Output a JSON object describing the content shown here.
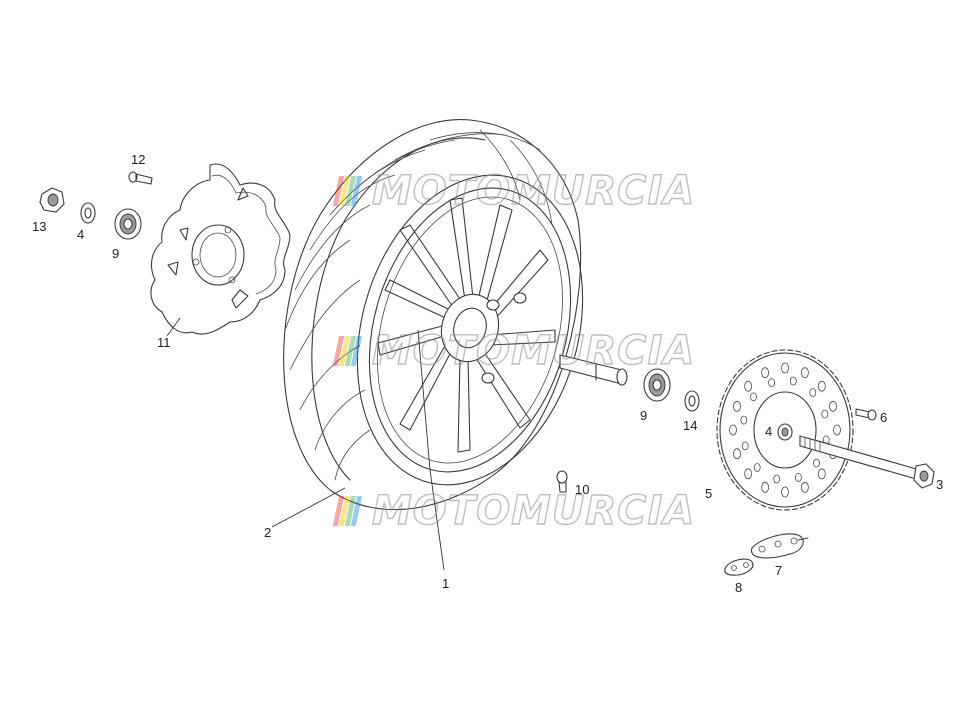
{
  "callouts": {
    "c1": "1",
    "c2": "2",
    "c3": "3",
    "c4a": "4",
    "c4b": "4",
    "c5": "5",
    "c6": "6",
    "c7": "7",
    "c8": "8",
    "c9a": "9",
    "c9b": "9",
    "c10": "10",
    "c11": "11",
    "c12": "12",
    "c13": "13",
    "c14": "14"
  },
  "watermark": {
    "text": "MOTOMURCIA",
    "colors": [
      "#e53935",
      "#f9c300",
      "#4caf50",
      "#1e88e5"
    ]
  }
}
